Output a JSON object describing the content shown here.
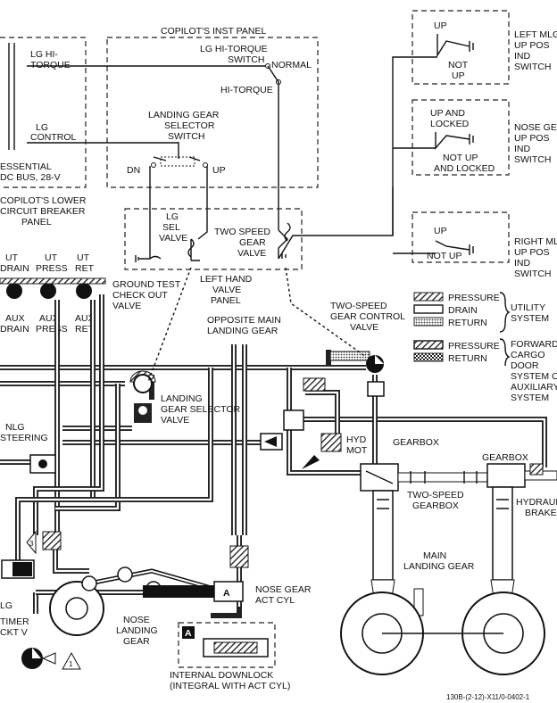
{
  "copilot_inst_panel": {
    "title": "COPILOT'S INST PANEL",
    "lg_hi_torque_switch": [
      "LG HI-TORQUE",
      "SWITCH"
    ],
    "normal": "NORMAL",
    "hi_torque": "HI-TORQUE",
    "landing_gear_selector_switch": [
      "LANDING GEAR",
      "SELECTOR",
      "SWITCH"
    ],
    "dn": "DN",
    "up": "UP"
  },
  "breaker_panel": {
    "lg_hi_torque": [
      "LG HI-",
      "TORQUE"
    ],
    "lg_control": [
      "LG",
      "CONTROL"
    ],
    "bus": [
      "ESSENTIAL",
      "DC BUS, 28-V"
    ],
    "title": [
      "COPILOT'S LOWER",
      "CIRCUIT BREAKER",
      "PANEL"
    ]
  },
  "valve_panel": {
    "lg_sel_valve": [
      "LG",
      "SEL",
      "VALVE"
    ],
    "two_speed_gear_valve": [
      "TWO SPEED",
      "GEAR",
      "VALVE"
    ],
    "title": [
      "LEFT HAND",
      "VALVE",
      "PANEL"
    ]
  },
  "switches": {
    "left_mlg": {
      "up": "UP",
      "not_up": [
        "NOT",
        "UP"
      ],
      "label": [
        "LEFT MLG",
        "UP POS",
        "IND",
        "SWITCH"
      ]
    },
    "nose_gear": {
      "up": [
        "UP AND",
        "LOCKED"
      ],
      "not_up": [
        "NOT UP",
        "AND LOCKED"
      ],
      "label": [
        "NOSE GEAR",
        "UP POS",
        "IND",
        "SWITCH"
      ]
    },
    "right_mlg": {
      "up": "UP",
      "not_up": "NOT UP",
      "label": [
        "RIGHT MLG",
        "UP POS",
        "IND",
        "SWITCH"
      ]
    }
  },
  "ground_test": {
    "ut_drain": [
      "UT",
      "DRAIN"
    ],
    "ut_press": [
      "UT",
      "PRESS"
    ],
    "ut_ret": [
      "UT",
      "RET"
    ],
    "aux_drain": [
      "AUX",
      "DRAIN"
    ],
    "aux_press": [
      "AUX",
      "PRESS"
    ],
    "aux_ret": [
      "AUX",
      "RET"
    ],
    "valve": [
      "GROUND TEST",
      "CHECK OUT",
      "VALVE"
    ]
  },
  "legend": {
    "utility": [
      {
        "name": "PRESSURE",
        "pattern": "hatch"
      },
      {
        "name": "DRAIN",
        "pattern": "open"
      },
      {
        "name": "RETURN",
        "pattern": "dots"
      }
    ],
    "utility_system": [
      "UTILITY",
      "SYSTEM"
    ],
    "forward": [
      {
        "name": "PRESSURE",
        "pattern": "hatch-dense"
      },
      {
        "name": "RETURN",
        "pattern": "check"
      }
    ],
    "forward_system": [
      "FORWARD",
      "CARGO",
      "DOOR",
      "SYSTEM OR",
      "AUXILIARY",
      "SYSTEM"
    ]
  },
  "hydraulic": {
    "opposite_main": [
      "OPPOSITE MAIN",
      "LANDING GEAR"
    ],
    "two_speed_control_valve": [
      "TWO-SPEED",
      "GEAR CONTROL",
      "VALVE"
    ],
    "landing_gear_selector_valve": [
      "LANDING",
      "GEAR SELECTOR",
      "VALVE"
    ],
    "nlg_steering": [
      "NLG",
      "STEERING"
    ],
    "hyd_mot": [
      "HYD",
      "MOT"
    ],
    "gearbox_left": "GEARBOX",
    "gearbox_right": "GEARBOX",
    "two_speed_gearbox": [
      "TWO-SPEED",
      "GEARBOX"
    ],
    "hydraulic_brake": [
      "HYDRAULIC",
      "BRAKE"
    ],
    "main_landing_gear": [
      "MAIN",
      "LANDING GEAR"
    ],
    "nose_gear_act_cyl": [
      "NOSE GEAR",
      "ACT CYL"
    ],
    "nose_landing_gear": [
      "NOSE",
      "LANDING",
      "GEAR"
    ],
    "internal_downlock": [
      "INTERNAL DOWNLOCK",
      "(INTEGRAL WITH ACT CYL)"
    ],
    "marker_a": "A",
    "marker_3": "3",
    "marker_1": "1",
    "lg_timer": [
      "LG",
      "TIMER",
      "CKT V"
    ]
  },
  "drawing_number": "130B-(2-12)-X11/0-0402-1"
}
